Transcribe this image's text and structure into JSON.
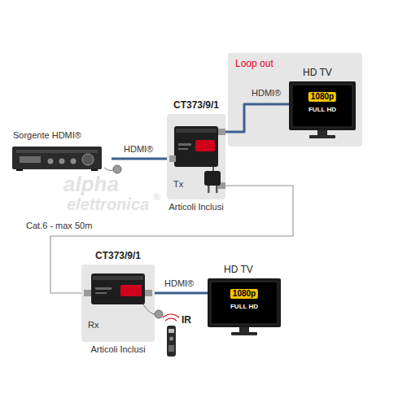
{
  "diagram": {
    "nodes": [
      {
        "text": [
          "Sorgente HDMI®"
        ]
      },
      {
        "text": [
          "CT373/9/1",
          "Tx",
          "Articoli Inclusi"
        ]
      },
      {
        "text": [
          "Loop out"
        ]
      },
      {
        "text": [
          "HD TV",
          "1080p",
          "FULL HD"
        ],
        "in": 2
      },
      {
        "text": [
          "CT373/9/1",
          "Rx",
          "Articoli Inclusi"
        ]
      },
      {
        "text": [
          "HD TV",
          "1080p",
          "FULL HD"
        ]
      }
    ],
    "edges": [
      {
        "from": 0,
        "to": 1,
        "arrow": "none",
        "label": "HDMI®"
      },
      {
        "from": 1,
        "to": 3,
        "arrow": "none",
        "label": "HDMI®"
      },
      {
        "from": 1,
        "to": 4,
        "arrow": "none",
        "label": "Cat.6 - max 50m"
      },
      {
        "from": 4,
        "to": 5,
        "arrow": "none",
        "label": "HDMI®"
      }
    ],
    "labels": [
      "IR",
      "alpha",
      "elettronica",
      "®"
    ]
  }
}
